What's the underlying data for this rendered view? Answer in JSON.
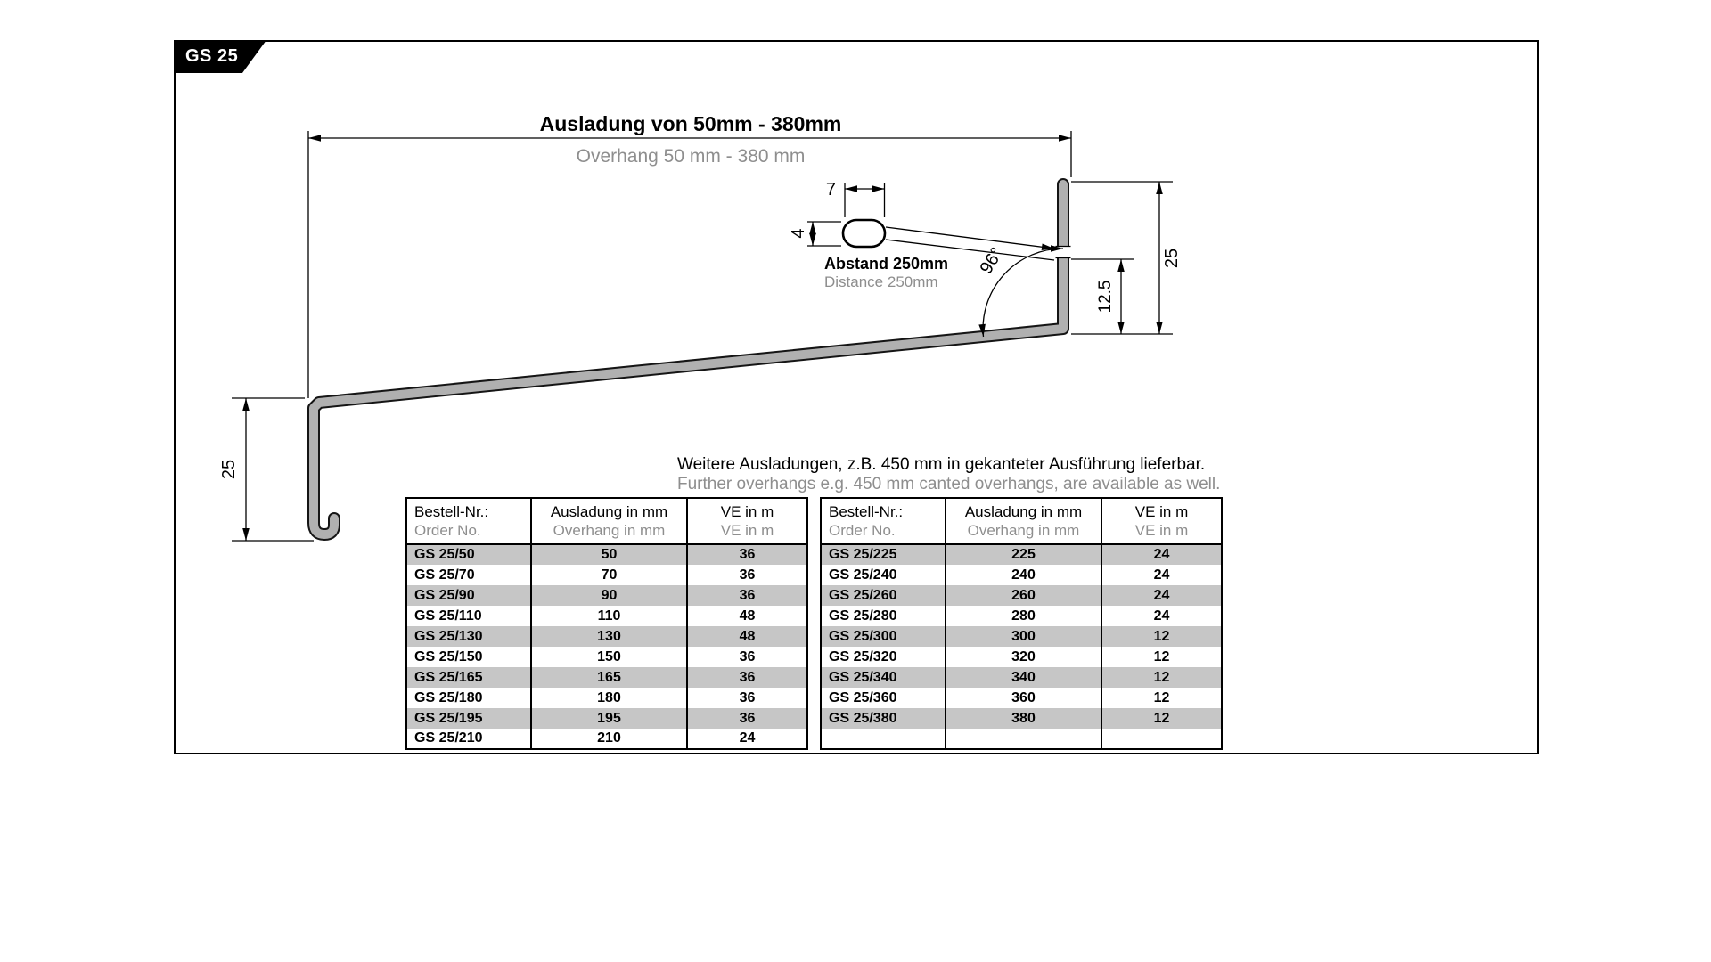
{
  "badge": {
    "label": "GS 25"
  },
  "drawing": {
    "overhang_dim_de": "Ausladung von 50mm - 380mm",
    "overhang_dim_en": "Overhang 50 mm - 380 mm",
    "slot_width_mm": "7",
    "slot_height_mm": "4",
    "slot_distance_de": "Abstand 250mm",
    "slot_distance_en": "Distance 250mm",
    "angle": "96°",
    "back_height_mm": "25",
    "slot_offset_mm": "12.5",
    "front_height_mm": "25"
  },
  "note": {
    "de": "Weitere Ausladungen, z.B. 450 mm in gekanteter Ausführung lieferbar.",
    "en": "Further overhangs e.g. 450 mm canted overhangs, are available as well."
  },
  "table_headers": {
    "order_de": "Bestell-Nr.:",
    "order_en": "Order No.",
    "overhang_de": "Ausladung in mm",
    "overhang_en": "Overhang in mm",
    "ve_de": "VE in m",
    "ve_en": "VE in m"
  },
  "left_table": {
    "rows": [
      {
        "order_no": "GS 25/50",
        "overhang": "50",
        "ve": "36"
      },
      {
        "order_no": "GS 25/70",
        "overhang": "70",
        "ve": "36"
      },
      {
        "order_no": "GS 25/90",
        "overhang": "90",
        "ve": "36"
      },
      {
        "order_no": "GS 25/110",
        "overhang": "110",
        "ve": "48"
      },
      {
        "order_no": "GS 25/130",
        "overhang": "130",
        "ve": "48"
      },
      {
        "order_no": "GS 25/150",
        "overhang": "150",
        "ve": "36"
      },
      {
        "order_no": "GS 25/165",
        "overhang": "165",
        "ve": "36"
      },
      {
        "order_no": "GS 25/180",
        "overhang": "180",
        "ve": "36"
      },
      {
        "order_no": "GS 25/195",
        "overhang": "195",
        "ve": "36"
      },
      {
        "order_no": "GS 25/210",
        "overhang": "210",
        "ve": "24"
      }
    ]
  },
  "right_table": {
    "rows": [
      {
        "order_no": "GS 25/225",
        "overhang": "225",
        "ve": "24"
      },
      {
        "order_no": "GS 25/240",
        "overhang": "240",
        "ve": "24"
      },
      {
        "order_no": "GS 25/260",
        "overhang": "260",
        "ve": "24"
      },
      {
        "order_no": "GS 25/280",
        "overhang": "280",
        "ve": "24"
      },
      {
        "order_no": "GS 25/300",
        "overhang": "300",
        "ve": "12"
      },
      {
        "order_no": "GS 25/320",
        "overhang": "320",
        "ve": "12"
      },
      {
        "order_no": "GS 25/340",
        "overhang": "340",
        "ve": "12"
      },
      {
        "order_no": "GS 25/360",
        "overhang": "360",
        "ve": "12"
      },
      {
        "order_no": "GS 25/380",
        "overhang": "380",
        "ve": "12"
      },
      {
        "order_no": "",
        "overhang": "",
        "ve": ""
      }
    ]
  },
  "colors": {
    "row_stripe": "#c6c6c6",
    "profile_fill": "#b0b0b0",
    "muted_text": "#8e8e8e"
  }
}
